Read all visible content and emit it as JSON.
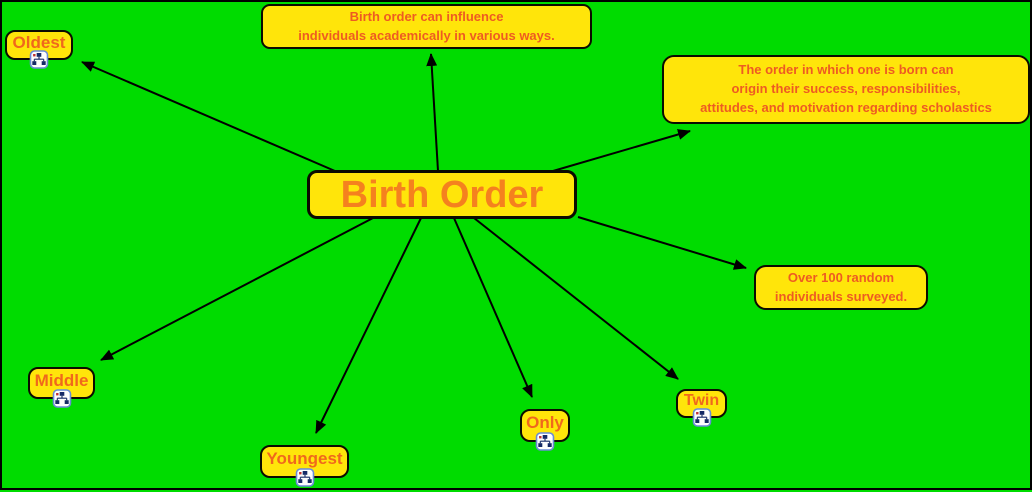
{
  "app": {
    "type": "mind-map",
    "background_color": "#00DC00",
    "canvas_border_color": "#000000"
  },
  "colors": {
    "node_fill": "#FFE50A",
    "node_border": "#0B0B00",
    "title_text": "#F5811E",
    "note_text": "#EE5B22",
    "leaf_text": "#F0681C",
    "arrow": "#000000",
    "icon_border": "#6A8BD6",
    "icon_glyph": "#152A66",
    "icon_accent": "#C03030"
  },
  "center_node": {
    "label": "Birth Order"
  },
  "notes": {
    "influence": {
      "lines": [
        "Birth order can influence",
        "individuals academically in various ways."
      ]
    },
    "origin": {
      "lines": [
        "The order in which one is born can",
        "origin their success, responsibilities,",
        "attitudes, and motivation regarding scholastics"
      ]
    },
    "surveyed": {
      "lines": [
        "Over 100 random",
        "individuals surveyed."
      ]
    }
  },
  "child_nodes": {
    "oldest": {
      "label": "Oldest",
      "icon": "subdiagram-icon"
    },
    "middle": {
      "label": "Middle",
      "icon": "subdiagram-icon"
    },
    "youngest": {
      "label": "Youngest",
      "icon": "subdiagram-icon"
    },
    "only": {
      "label": "Only",
      "icon": "subdiagram-icon"
    },
    "twin": {
      "label": "Twin",
      "icon": "subdiagram-icon"
    }
  },
  "edges": [
    {
      "from": "Birth Order",
      "to": "Oldest"
    },
    {
      "from": "Birth Order",
      "to": "influence-note"
    },
    {
      "from": "Birth Order",
      "to": "origin-note"
    },
    {
      "from": "Birth Order",
      "to": "surveyed-note"
    },
    {
      "from": "Birth Order",
      "to": "Middle"
    },
    {
      "from": "Birth Order",
      "to": "Youngest"
    },
    {
      "from": "Birth Order",
      "to": "Only"
    },
    {
      "from": "Birth Order",
      "to": "Twin"
    }
  ]
}
